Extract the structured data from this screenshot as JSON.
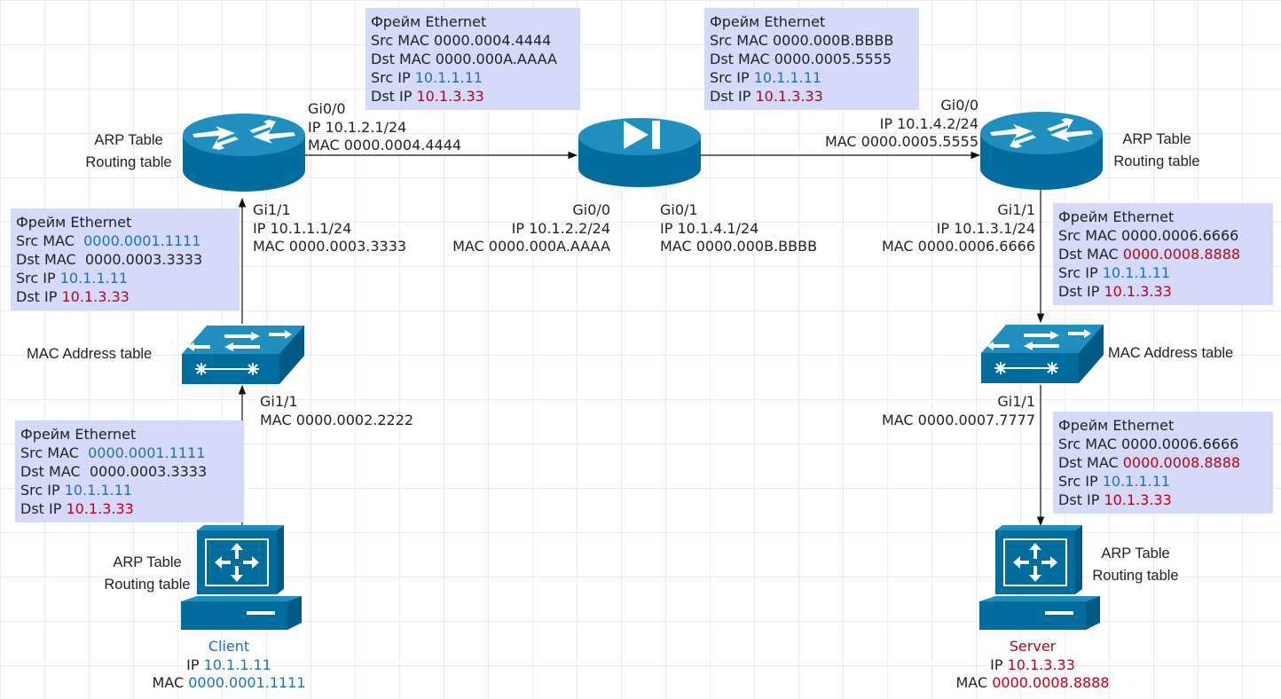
{
  "colors": {
    "device": "#006d9e",
    "device_top": "#1f8fbf",
    "frame_bg": "#d5dafa",
    "src_ip": "#1e70b0",
    "dst_ip": "#c00012"
  },
  "frames": [
    {
      "title": "Фрейм Ethernet",
      "src_mac_label": "Src MAC",
      "src_mac": "0000.0001.1111",
      "dst_mac_label": "Dst MAC",
      "dst_mac": "0000.0003.3333",
      "src_ip_label": "Src IP",
      "src_ip": "10.1.1.11",
      "dst_ip_label": "Dst IP",
      "dst_ip": "10.1.3.33"
    },
    {
      "title": "Фрейм Ethernet",
      "src_mac_label": "Src MAC",
      "src_mac": "0000.0001.1111",
      "dst_mac_label": "Dst MAC",
      "dst_mac": "0000.0003.3333",
      "src_ip_label": "Src IP",
      "src_ip": "10.1.1.11",
      "dst_ip_label": "Dst IP",
      "dst_ip": "10.1.3.33"
    },
    {
      "title": "Фрейм Ethernet",
      "src_mac_label": "Src MAC",
      "src_mac": "0000.0004.4444",
      "dst_mac_label": "Dst MAC",
      "dst_mac": "0000.000A.AAAA",
      "src_ip_label": "Src IP",
      "src_ip": "10.1.1.11",
      "dst_ip_label": "Dst IP",
      "dst_ip": "10.1.3.33"
    },
    {
      "title": "Фрейм Ethernet",
      "src_mac_label": "Src MAC",
      "src_mac": "0000.000B.BBBB",
      "dst_mac_label": "Dst MAC",
      "dst_mac": "0000.0005.5555",
      "src_ip_label": "Src IP",
      "src_ip": "10.1.1.11",
      "dst_ip_label": "Dst IP",
      "dst_ip": "10.1.3.33"
    },
    {
      "title": "Фрейм Ethernet",
      "src_mac_label": "Src MAC",
      "src_mac": "0000.0006.6666",
      "dst_mac_label": "Dst MAC",
      "dst_mac": "0000.0008.8888",
      "src_ip_label": "Src IP",
      "src_ip": "10.1.1.11",
      "dst_ip_label": "Dst IP",
      "dst_ip": "10.1.3.33"
    },
    {
      "title": "Фрейм Ethernet",
      "src_mac_label": "Src MAC",
      "src_mac": "0000.0006.6666",
      "dst_mac_label": "Dst MAC",
      "dst_mac": "0000.0008.8888",
      "src_ip_label": "Src IP",
      "src_ip": "10.1.1.11",
      "dst_ip_label": "Dst IP",
      "dst_ip": "10.1.3.33"
    }
  ],
  "interfaces": {
    "r1_gi00": {
      "name": "Gi0/0",
      "ip": "IP 10.1.2.1/24",
      "mac": "MAC 0000.0004.4444"
    },
    "r1_gi11": {
      "name": "Gi1/1",
      "ip": "IP 10.1.1.1/24",
      "mac": "MAC 0000.0003.3333"
    },
    "fw_gi00": {
      "name": "Gi0/0",
      "ip": "IP 10.1.2.2/24",
      "mac": "MAC 0000.000A.AAAA"
    },
    "fw_gi01": {
      "name": "Gi0/1",
      "ip": "IP 10.1.4.1/24",
      "mac": "MAC 0000.000B.BBBB"
    },
    "r2_gi00": {
      "name": "Gi0/0",
      "ip": "IP 10.1.4.2/24",
      "mac": "MAC 0000.0005.5555"
    },
    "r2_gi11": {
      "name": "Gi1/1",
      "ip": "IP 10.1.3.1/24",
      "mac": "MAC 0000.0006.6666"
    },
    "sw1_gi11": {
      "name": "Gi1/1",
      "mac": "MAC 0000.0002.2222"
    },
    "sw2_gi11": {
      "name": "Gi1/1",
      "mac": "MAC 0000.0007.7777"
    }
  },
  "tables": {
    "r1": {
      "arp": "ARP Table",
      "routing": "Routing table"
    },
    "r2": {
      "arp": "ARP Table",
      "routing": "Routing table"
    },
    "client": {
      "arp": "ARP Table",
      "routing": "Routing table"
    },
    "server": {
      "arp": "ARP Table",
      "routing": "Routing table"
    },
    "sw1": {
      "mac": "MAC Address table"
    },
    "sw2": {
      "mac": "MAC Address table"
    }
  },
  "hosts": {
    "client": {
      "name": "Client",
      "ip_label": "IP",
      "ip": "10.1.1.11",
      "mac_label": "MAC",
      "mac": "0000.0001.1111"
    },
    "server": {
      "name": "Server",
      "ip_label": "IP",
      "ip": "10.1.3.33",
      "mac_label": "MAC",
      "mac": "0000.0008.8888"
    }
  },
  "icons": {
    "router": "router-icon",
    "firewall": "firewall-icon",
    "switch": "switch-icon",
    "host": "workstation-icon"
  }
}
